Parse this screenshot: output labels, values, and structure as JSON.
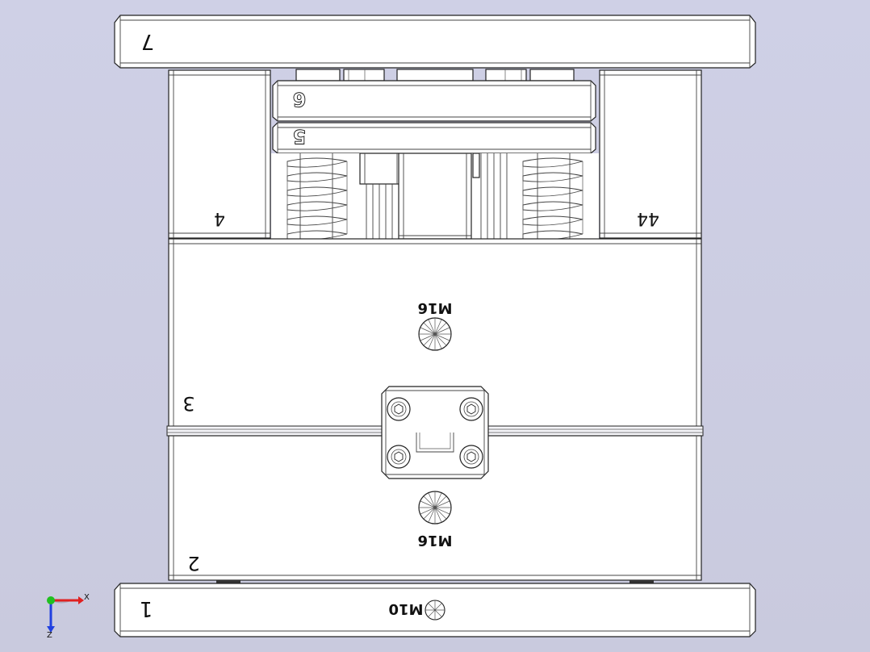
{
  "view": {
    "background_color": "#cfd0e4",
    "line_color": "#222222",
    "plate_color": "#ffffff"
  },
  "plates": {
    "p7": {
      "label": "7"
    },
    "p6": {
      "label": "6"
    },
    "p5": {
      "label": "5"
    },
    "p4": {
      "label": "4"
    },
    "p44": {
      "label": "44"
    },
    "p3": {
      "label": "3"
    },
    "p2": {
      "label": "2"
    },
    "p1": {
      "label": "1"
    }
  },
  "threads": {
    "upper": {
      "label": "M16"
    },
    "lower": {
      "label": "M16"
    },
    "bottom": {
      "label": "M10"
    }
  },
  "triad": {
    "x_label": "X",
    "z_label": "Z",
    "x_color": "#e02020",
    "y_color": "#20c020",
    "z_color": "#2040e0"
  }
}
